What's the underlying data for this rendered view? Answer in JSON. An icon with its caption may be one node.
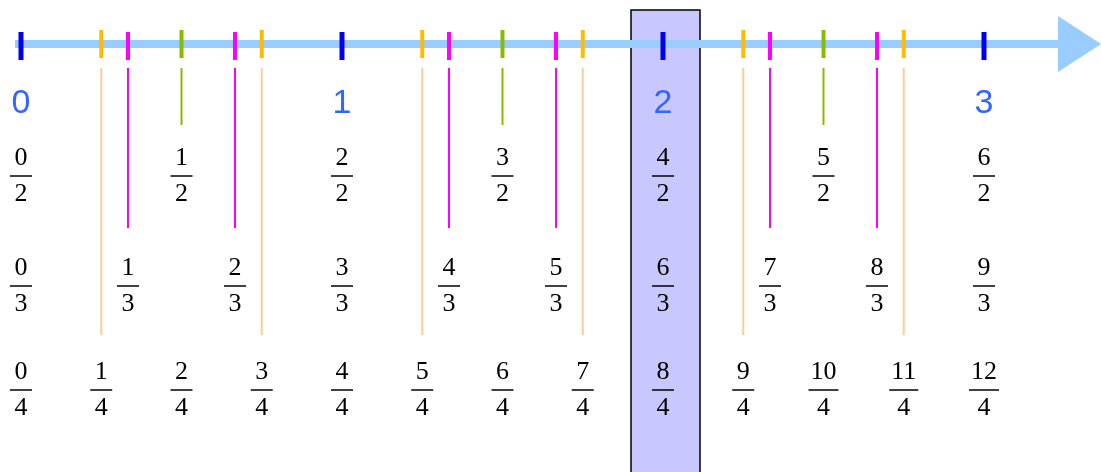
{
  "diagram": {
    "labels": [
      "0",
      "1",
      "2",
      "3",
      "0",
      "2",
      "1",
      "2",
      "2",
      "2",
      "3",
      "2",
      "4",
      "2",
      "5",
      "2",
      "6",
      "2",
      "0",
      "3",
      "1",
      "3",
      "2",
      "3",
      "3",
      "3",
      "4",
      "3",
      "5",
      "3",
      "6",
      "3",
      "7",
      "3",
      "8",
      "3",
      "9",
      "3",
      "0",
      "4",
      "1",
      "4",
      "2",
      "4",
      "3",
      "4",
      "4",
      "4",
      "5",
      "4",
      "6",
      "4",
      "7",
      "4",
      "8",
      "4",
      "9",
      "4",
      "10",
      "4",
      "11",
      "4",
      "12",
      "4"
    ]
  }
}
